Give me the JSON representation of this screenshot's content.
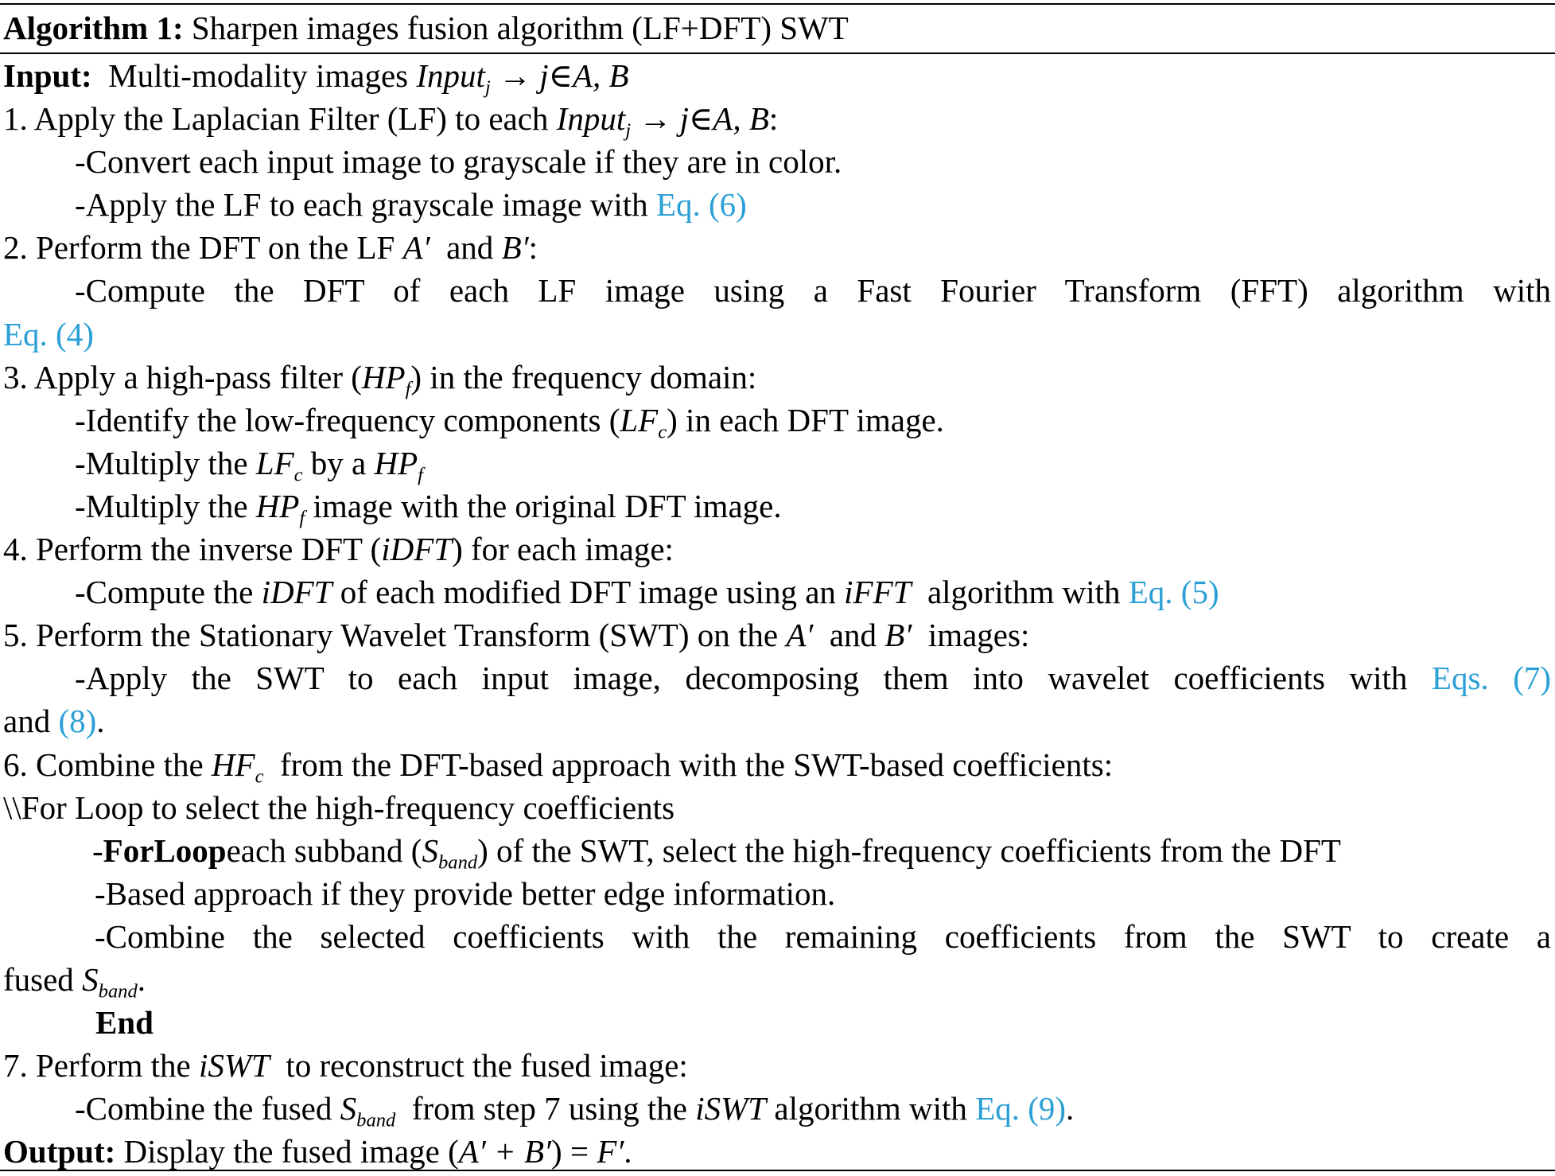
{
  "algorithm": {
    "caption_label": "Algorithm 1:",
    "caption_title": "Sharpen images fusion algorithm (LF+DFT) SWT",
    "input_label": "Input:",
    "input_text": "Multi-modality images",
    "input_math": "Input",
    "input_sub": "j",
    "input_rest": " → j∈A,  B",
    "step1": {
      "text": "1. Apply the Laplacian Filter (LF) to each ",
      "math": "Input",
      "sub": "j",
      "rest": " → j∈A,  B",
      "tail": ":"
    },
    "step1_a": "-Convert each input image to grayscale if they are in color.",
    "step1_b": "-Apply the LF to each grayscale image with ",
    "step1_b_ref": "Eq. (6)",
    "step2": {
      "text": "2. Perform the DFT on the LF ",
      "a": "A′",
      "and": "  and ",
      "b": "B′",
      "tail": ":"
    },
    "step2_a": "-Compute the DFT of each LF image using a Fast Fourier Transform (FFT) algorithm with",
    "step2_a_ref": "Eq. (4)",
    "step3": {
      "text": "3. Apply a high-pass filter (",
      "math": "HP",
      "sub": "f",
      "tail": ") in the frequency domain:"
    },
    "step3_a": {
      "text": "-Identify the low-frequency components (",
      "math": "LF",
      "sub": "c",
      "tail": ") in each DFT image."
    },
    "step3_b": {
      "text": "-Multiply the ",
      "math1": "LF",
      "sub1": "c",
      "mid": " by a ",
      "math2": "HP",
      "sub2": "f"
    },
    "step3_c": {
      "text": "-Multiply the ",
      "math": "HP",
      "sub": "f",
      "tail": " image with the original DFT image."
    },
    "step4": {
      "text": "4. Perform the inverse DFT (",
      "math": "iDFT",
      "tail": ") for each image:"
    },
    "step4_a": {
      "text": "-Compute the ",
      "math1": "iDFT",
      "mid": " of each modified DFT image using an ",
      "math2": "iFFT",
      "tail": "  algorithm with ",
      "ref": "Eq. (5)"
    },
    "step5": {
      "text": "5. Perform the Stationary Wavelet Transform (SWT) on the ",
      "a": "A′",
      "and": "  and ",
      "b": "B′",
      "tail": "  images:"
    },
    "step5_a": {
      "text": "-Apply the SWT to each input image, decomposing them into wavelet coefficients with",
      "ref": "Eqs. (7)"
    },
    "step5_a_cont": {
      "text": "and ",
      "ref": "(8)",
      "tail": "."
    },
    "step6": {
      "text": "6. Combine the ",
      "math": "HF",
      "sub": "c",
      "tail": "  from the DFT-based approach with the SWT-based coefficients:"
    },
    "comment": "\\\\For Loop to select the high-frequency coefficients",
    "loop_a": {
      "dash": "-",
      "kw": "ForLoop",
      "text": "each subband (",
      "math": "S",
      "sub": "band",
      "tail": ") of the SWT, select the high-frequency coefficients from the DFT"
    },
    "loop_b": "-Based approach if they provide better edge information.",
    "loop_c": "-Combine the selected coefficients with the remaining coefficients from the SWT to create a",
    "loop_c_cont": {
      "text": "fused ",
      "math": "S",
      "sub": "band",
      "tail": "."
    },
    "loop_end": "End",
    "step7": {
      "text": "7. Perform the ",
      "math": "iSWT",
      "tail": "  to reconstruct the fused image:"
    },
    "step7_a": {
      "text": "-Combine the fused ",
      "math1": "S",
      "sub1": "band",
      "mid": "  from step 7 using the ",
      "math2": "iSWT",
      "tail": " algorithm with ",
      "ref": "Eq. (9)",
      "end": "."
    },
    "output_label": "Output:",
    "output_text": "Display the fused image (",
    "output_math": "A′ + B′",
    "output_eq": ") = ",
    "output_f": "F′",
    "output_end": "."
  }
}
